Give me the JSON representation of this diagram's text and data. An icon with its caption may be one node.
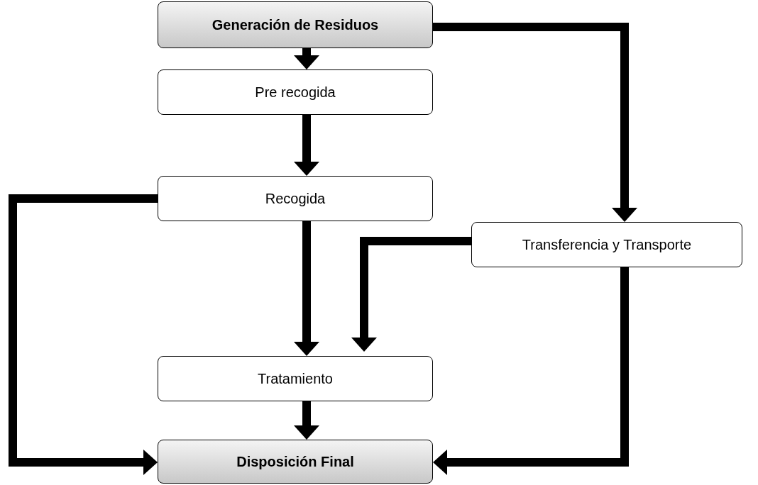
{
  "diagram": {
    "nodes": [
      {
        "text": [
          "Generación de Residuos"
        ]
      },
      {
        "text": [
          "Pre recogida"
        ]
      },
      {
        "text": [
          "Recogida"
        ]
      },
      {
        "text": [
          "Transferencia y Transporte"
        ]
      },
      {
        "text": [
          "Tratamiento"
        ]
      },
      {
        "text": [
          "Disposición Final"
        ]
      }
    ],
    "edges": [
      {
        "from": 0,
        "to": 1,
        "arrow": "to"
      },
      {
        "from": 1,
        "to": 2,
        "arrow": "to"
      },
      {
        "from": 0,
        "to": 3,
        "arrow": "to"
      },
      {
        "from": 2,
        "to": 5,
        "arrow": "to"
      },
      {
        "from": 2,
        "to": 4,
        "arrow": "to"
      },
      {
        "from": 3,
        "to": 4,
        "arrow": "to"
      },
      {
        "from": 4,
        "to": 5,
        "arrow": "to"
      },
      {
        "from": 3,
        "to": 5,
        "arrow": "to"
      }
    ]
  }
}
